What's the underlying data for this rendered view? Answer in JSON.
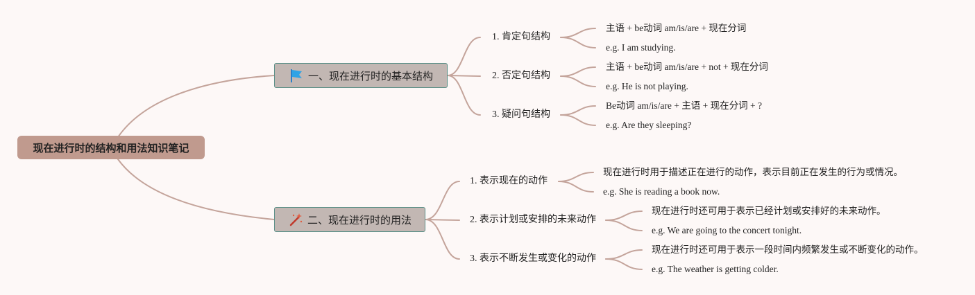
{
  "root": {
    "title": "现在进行时的结构和用法知识笔记"
  },
  "branches": [
    {
      "title": "一、现在进行时的基本结构",
      "icon": "flag-icon",
      "children": [
        {
          "label": "1. 肯定句结构",
          "leaves": [
            "主语 + be动词 am/is/are + 现在分词",
            "e.g. I am studying."
          ]
        },
        {
          "label": "2. 否定句结构",
          "leaves": [
            "主语 + be动词 am/is/are + not + 现在分词",
            "e.g. He is not playing."
          ]
        },
        {
          "label": "3. 疑问句结构",
          "leaves": [
            "Be动词 am/is/are + 主语 + 现在分词 + ?",
            "e.g. Are they sleeping?"
          ]
        }
      ]
    },
    {
      "title": "二、现在进行时的用法",
      "icon": "magic-wand-icon",
      "children": [
        {
          "label": "1. 表示现在的动作",
          "leaves": [
            "现在进行时用于描述正在进行的动作，表示目前正在发生的行为或情况。",
            "e.g. She is reading a book now."
          ]
        },
        {
          "label": "2. 表示计划或安排的未来动作",
          "leaves": [
            "现在进行时还可用于表示已经计划或安排好的未来动作。",
            "e.g. We are going to the concert tonight."
          ]
        },
        {
          "label": "3. 表示不断发生或变化的动作",
          "leaves": [
            "现在进行时还可用于表示一段时间内频繁发生或不断变化的动作。",
            "e.g. The weather is getting colder."
          ]
        }
      ]
    }
  ],
  "colors": {
    "link": "#c4a49b",
    "root_bg": "#c09a8e",
    "branch_bg": "#c2b7b3",
    "branch_border": "#5b8f87",
    "background": "#fdf8f7"
  }
}
